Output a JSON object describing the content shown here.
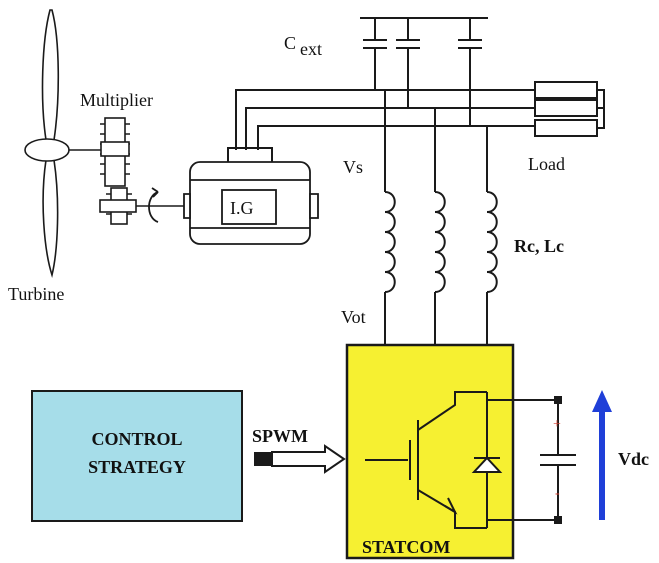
{
  "labels": {
    "cext_main": "C",
    "cext_sub": "ext",
    "multiplier": "Multiplier",
    "turbine": "Turbine",
    "generator": "I.G",
    "vs": "Vs",
    "load": "Load",
    "rc_lc": "Rc, Lc",
    "vot": "Vot",
    "control_line1": "CONTROL",
    "control_line2": "STRATEGY",
    "spwm": "SPWM",
    "statcom": "STATCOM",
    "vdc": "Vdc"
  },
  "colors": {
    "line": "#1a1a1a",
    "control_fill": "#a6dde9",
    "statcom_fill": "#f6f031",
    "vdc_arrow": "#1f3fd8",
    "cap_plus": "#d04030"
  },
  "icons": {
    "rotation": "rotation-arrow-icon",
    "spwm_arrow": "right-arrow-icon",
    "vdc_arrow": "up-arrow-icon"
  }
}
